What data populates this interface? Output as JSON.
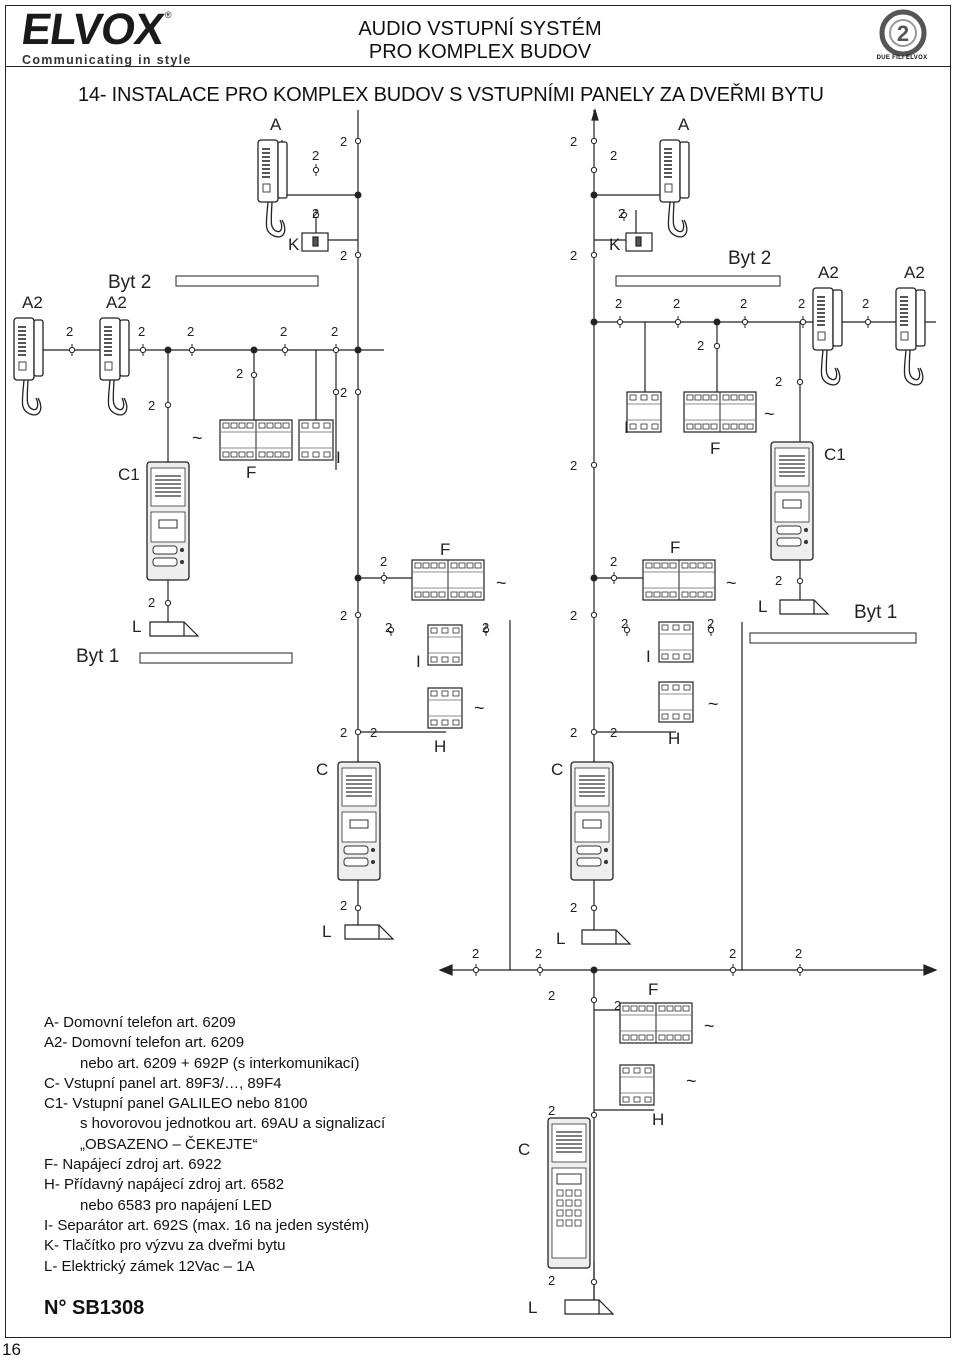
{
  "header": {
    "brand": "ELVOX",
    "brand_reg": "®",
    "tagline": "Communicating in style",
    "title_line1": "AUDIO VSTUPNÍ SYSTÉM",
    "title_line2": "PRO KOMPLEX BUDOV",
    "badge_numeral": "2",
    "badge_text": "DUE FILI ELVOX"
  },
  "section_title": "14- INSTALACE PRO KOMPLEX BUDOV S VSTUPNÍMI PANELY ZA DVEŘMI BYTU",
  "diagram": {
    "labels": {
      "A": "A",
      "A2": "A2",
      "C": "C",
      "C1": "C1",
      "F": "F",
      "H": "H",
      "I": "I",
      "K": "K",
      "L": "L",
      "wire_count": "2",
      "tilde": "~",
      "byt1": "Byt 1",
      "byt2": "Byt 2"
    }
  },
  "legend": [
    "A- Domovní telefon art. 6209",
    "A2- Domovní telefon art. 6209",
    "nebo art. 6209 + 692P (s interkomunikací)",
    "C- Vstupní panel art. 89F3/…, 89F4",
    "C1- Vstupní panel GALILEO nebo 8100",
    "s hovorovou jednotkou art. 69AU a signalizací",
    "„OBSAZENO – ČEKEJTE“",
    "F- Napájecí zdroj art. 6922",
    "H- Přídavný napájecí zdroj art. 6582",
    "nebo 6583 pro napájení LED",
    "I- Separátor art. 692S (max. 16 na jeden systém)",
    "K- Tlačítko pro výzvu za dveřmi bytu",
    "L- Elektrický zámek 12Vac – 1A"
  ],
  "doc_code": "N° SB1308",
  "page_number": "16"
}
